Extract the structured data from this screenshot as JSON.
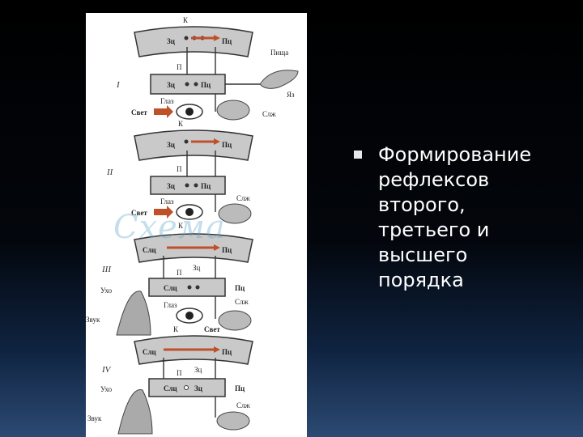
{
  "figure": {
    "blocks": [
      {
        "roman": "I",
        "cortex": {
          "top": "К",
          "left": "Зц",
          "right": "Пц"
        },
        "subcortex": {
          "top": "П",
          "left": "Зц",
          "right": "Пц"
        },
        "side": {
          "food": "Пища",
          "tongue": "Яз",
          "eye": "Глаз",
          "light": "Свет",
          "gland": "Слж"
        }
      },
      {
        "roman": "II",
        "cortex": {
          "top": "К",
          "left": "Зц",
          "right": "Пц"
        },
        "subcortex": {
          "top": "П",
          "left": "Зц",
          "right": "Пц"
        },
        "side": {
          "eye": "Глаз",
          "light": "Свет",
          "gland": "Слж"
        }
      },
      {
        "roman": "III",
        "cortex": {
          "top": "К",
          "left": "Слц",
          "right": "Пц",
          "mid": "Зц"
        },
        "subcortex": {
          "top": "П",
          "left": "Слц",
          "right": "Пц"
        },
        "side": {
          "ear": "Ухо",
          "sound": "Звук",
          "eye": "Глаз",
          "light": "Свет",
          "gland": "Слж"
        }
      },
      {
        "roman": "IV",
        "cortex": {
          "top": "К",
          "left": "Слц",
          "right": "Пц",
          "mid": "Зц"
        },
        "subcortex": {
          "top": "П",
          "left": "Слц",
          "right": "Пц",
          "mid": "Зц"
        },
        "side": {
          "ear": "Ухо",
          "sound": "Звук",
          "gland": "Слж"
        }
      }
    ],
    "watermark": "Схема"
  },
  "bullets": [
    [
      "Формирование",
      "рефлексов",
      "второго,",
      "третьего и",
      "высшего",
      "порядка"
    ]
  ],
  "colors": {
    "accent_arrow": "#c0502a",
    "panel_bg": "#ffffff",
    "text": "#ffffff"
  }
}
